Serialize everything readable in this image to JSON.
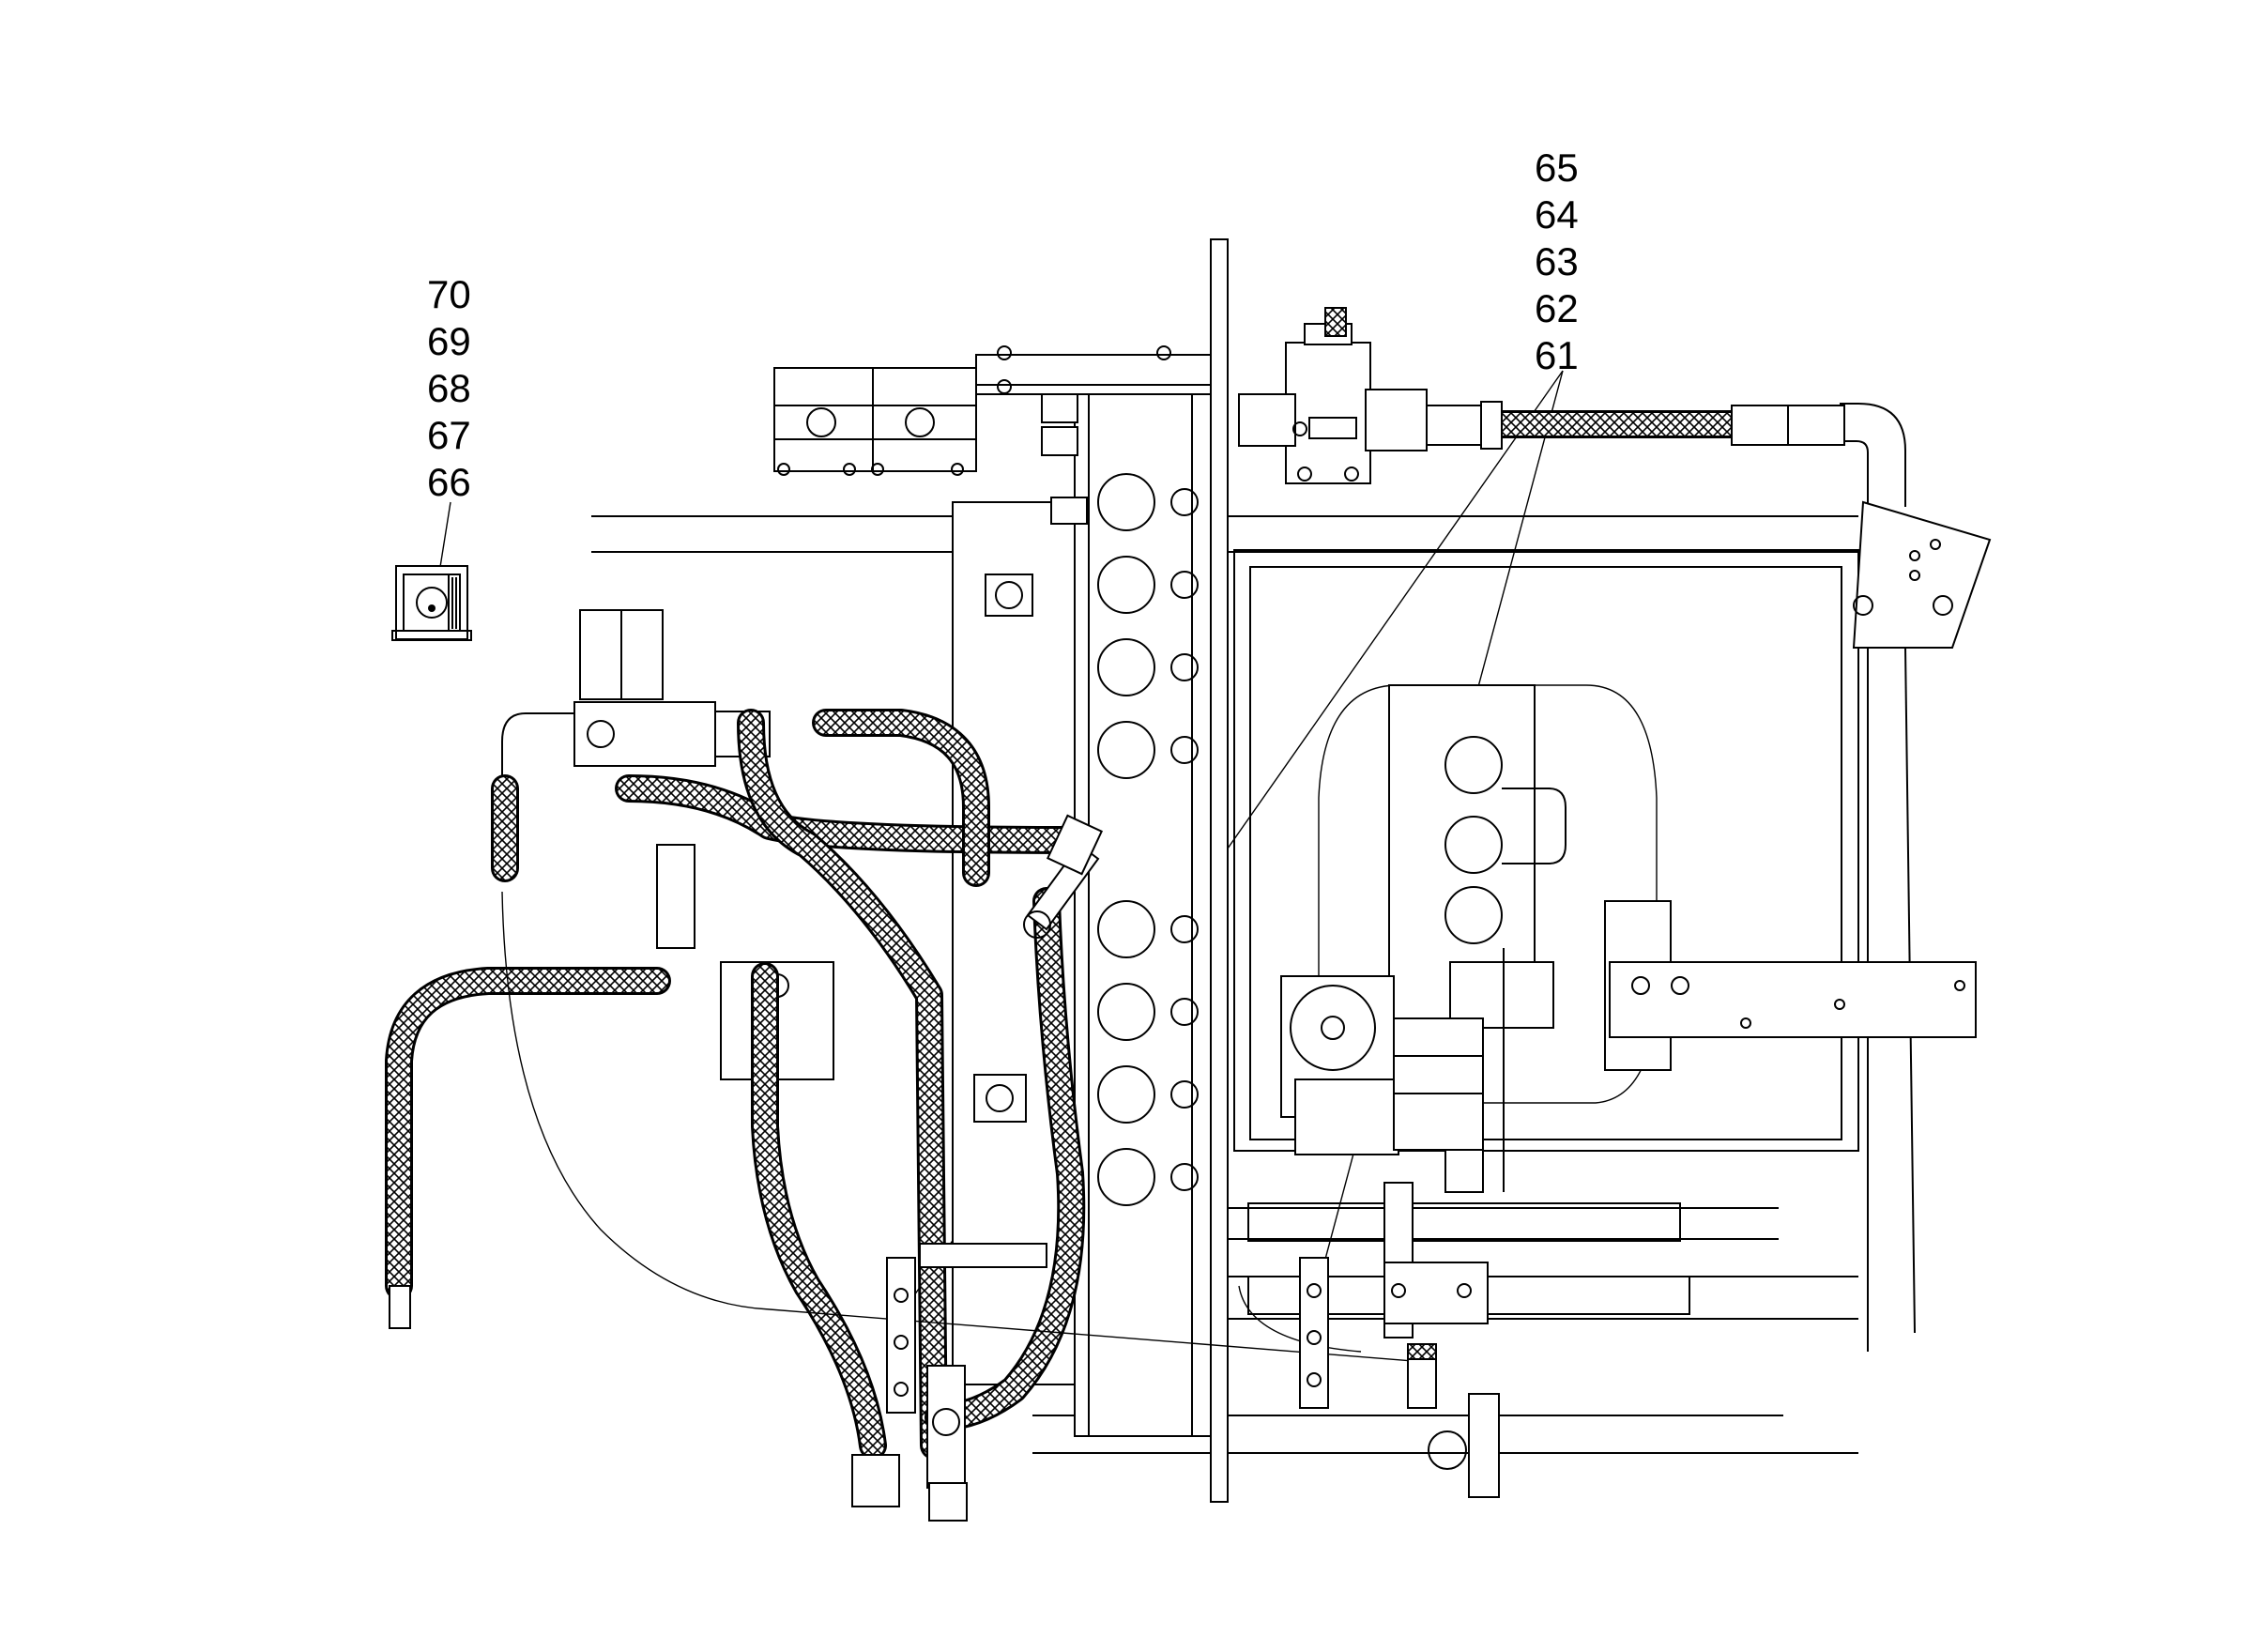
{
  "callouts_left": [
    "70",
    "69",
    "68",
    "67",
    "66"
  ],
  "callouts_right": [
    "65",
    "64",
    "63",
    "62",
    "61"
  ]
}
